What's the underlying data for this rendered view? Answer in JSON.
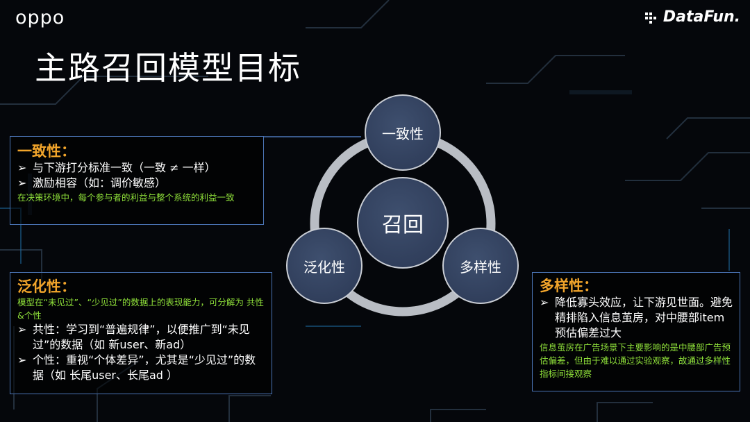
{
  "header": {
    "logo_left": "oppo",
    "logo_right": "DataFun.",
    "title": "主路召回模型目标"
  },
  "diagram": {
    "center": "召回",
    "top": "一致性",
    "left": "泛化性",
    "right": "多样性"
  },
  "box_consistency": {
    "heading": "一致性：",
    "bullets": [
      "与下游打分标准一致（一致 ≠ 一样）",
      "激励相容（如：调价敏感）"
    ],
    "note": "在决策环境中，每个参与者的利益与整个系统的利益一致"
  },
  "box_generalization": {
    "heading": "泛化性：",
    "note": "模型在“未见过”、“少见过”的数据上的表现能力，可分解为 共性&个性",
    "bullets": [
      "共性：学习到“普遍规律”，以便推广到“未见过”的数据（如 新user、新ad）",
      "个性：重视“个体差异”，尤其是“少见过”的数据（如 长尾user、长尾ad ）"
    ]
  },
  "box_diversity": {
    "heading": "多样性：",
    "bullets": [
      "降低寡头效应，让下游见世面。避免精排陷入信息茧房，对中腰部item预估偏差过大"
    ],
    "note": "信息茧房在广告场景下主要影响的是中腰部广告预估偏差，但由于难以通过实验观察，故通过多样性指标间接观察"
  },
  "colors": {
    "heading": "#f2a52b",
    "note": "#8fe03a",
    "border": "#4c76b8",
    "circle": "#33415e"
  },
  "icons": [
    "bullet-arrow-icon",
    "datafun-mark-icon"
  ]
}
